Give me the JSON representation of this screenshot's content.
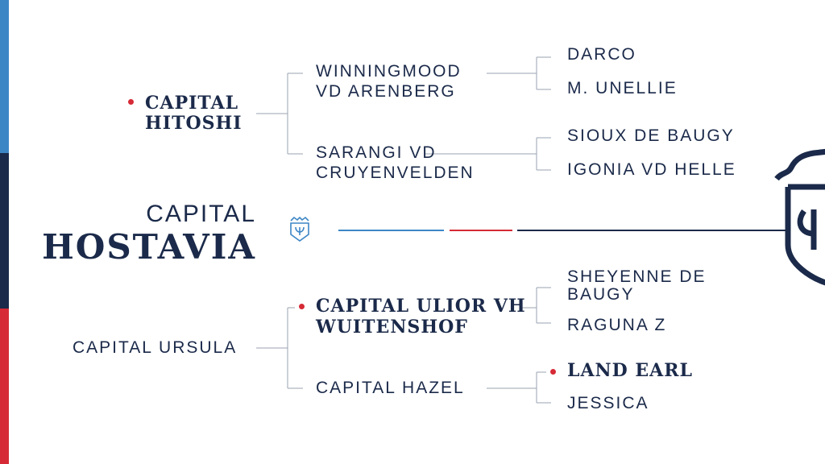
{
  "colors": {
    "navy": "#1b2a4a",
    "blue": "#3d86c6",
    "red": "#d62a36",
    "line": "#9aa3b2"
  },
  "subject": {
    "prefix": "CAPITAL",
    "name": "HOSTAVIA"
  },
  "sire": {
    "line1": "CAPITAL",
    "line2": "HITOSHI"
  },
  "dam": {
    "name": "CAPITAL URSULA"
  },
  "sire_sire": {
    "line1": "WINNINGMOOD",
    "line2": "VD ARENBERG"
  },
  "sire_dam": {
    "line1": "SARANGI VD",
    "line2": "CRUYENVELDEN"
  },
  "dam_sire": {
    "line1": "CAPITAL ULIOR VH",
    "line2": "WUITENSHOF"
  },
  "dam_dam": {
    "name": "CAPITAL HAZEL"
  },
  "gen3": {
    "g1": "DARCO",
    "g2": "M. UNELLIE",
    "g3": "SIOUX DE BAUGY",
    "g4": "IGONIA VD HELLE",
    "g5_line1": "SHEYENNE DE",
    "g5_line2": "BAUGY",
    "g6": "RAGUNA Z",
    "g7": "LAND EARL",
    "g8": "JESSICA"
  },
  "icons": {
    "small_crest": "crest-icon",
    "large_crest": "crest-emblem-icon"
  }
}
